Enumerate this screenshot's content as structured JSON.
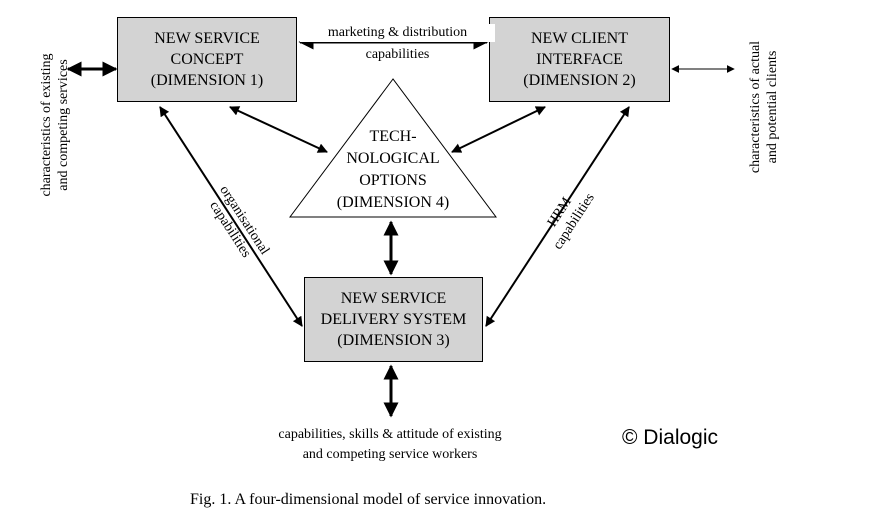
{
  "boxes": {
    "concept": {
      "lines": [
        "NEW SERVICE",
        "CONCEPT",
        "(DIMENSION 1)"
      ],
      "fill": "#d3d3d3"
    },
    "interface": {
      "lines": [
        "NEW CLIENT",
        "INTERFACE",
        "(DIMENSION 2)"
      ],
      "fill": "#d3d3d3"
    },
    "delivery": {
      "lines": [
        "NEW SERVICE",
        "DELIVERY SYSTEM",
        "(DIMENSION 3)"
      ],
      "fill": "#d3d3d3"
    }
  },
  "technology": {
    "lines": [
      "TECH-",
      "NOLOGICAL",
      "OPTIONS",
      "(DIMENSION 4)"
    ]
  },
  "labels": {
    "top": [
      "marketing & distribution",
      "capabilities"
    ],
    "left_side": [
      "characteristics of existing",
      "and competing services"
    ],
    "right_side": [
      "characteristics of actual",
      "and potential clients"
    ],
    "organisational": [
      "organisational",
      "capabilities"
    ],
    "hrm": [
      "HRM",
      "capabilities"
    ],
    "bottom": [
      "capabilities, skills & attitude of existing",
      "and competing service workers"
    ]
  },
  "copyright": "© Dialogic",
  "caption": "Fig. 1.  A four-dimensional model of service innovation."
}
